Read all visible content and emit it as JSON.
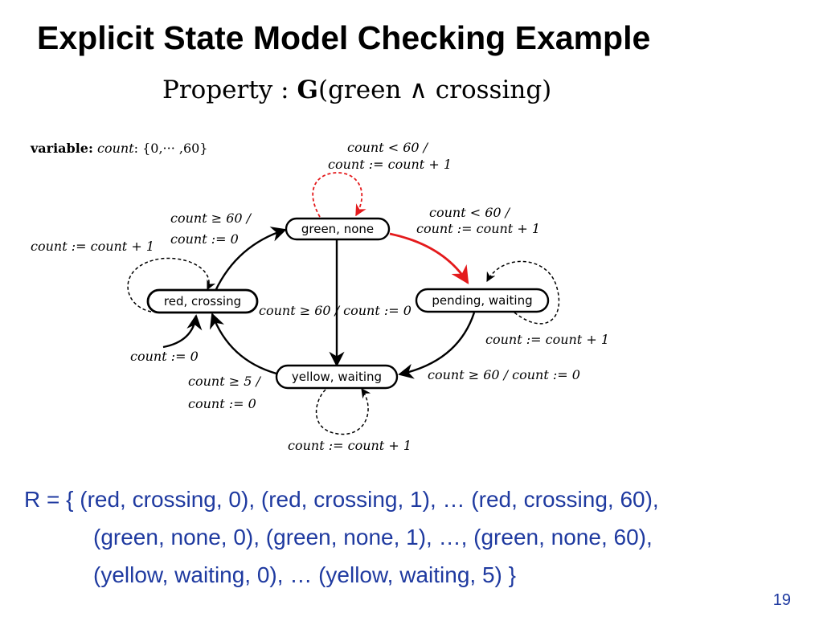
{
  "slide": {
    "title": "Explicit State Model Checking Example",
    "property_prefix": "Property : ",
    "property_op": "G",
    "property_expr": "(green ∧ crossing)",
    "page_number": "19"
  },
  "diagram": {
    "variable_label": "variable:",
    "variable_name": "count",
    "variable_domain": ": {0,··· ,60}",
    "states": {
      "green_none": "green, none",
      "red_crossing": "red, crossing",
      "pending_waiting": "pending, waiting",
      "yellow_waiting": "yellow, waiting"
    },
    "transitions": {
      "green_self": [
        "count < 60 /",
        "count := count + 1"
      ],
      "green_to_pending": [
        "count < 60 /",
        "count := count + 1"
      ],
      "red_to_green": [
        "count ≥ 60 /",
        "count := 0"
      ],
      "red_self": "count := count + 1",
      "red_init": "count := 0",
      "green_to_yellow": "count ≥ 60 / count := 0",
      "pending_self": "count := count + 1",
      "pending_to_yellow": "count ≥ 60 / count := 0",
      "yellow_to_red": [
        "count ≥ 5 /",
        "count := 0"
      ],
      "yellow_self": "count := count + 1"
    },
    "colors": {
      "highlight": "#e41a1c",
      "normal": "#000000"
    }
  },
  "reachable_set": {
    "line1": "R = { (red, crossing, 0), (red, crossing, 1), … (red, crossing, 60),",
    "line2": "(green, none, 0), (green, none, 1), …, (green, none, 60),",
    "line3": "(yellow, waiting, 0), … (yellow, waiting, 5) }"
  }
}
